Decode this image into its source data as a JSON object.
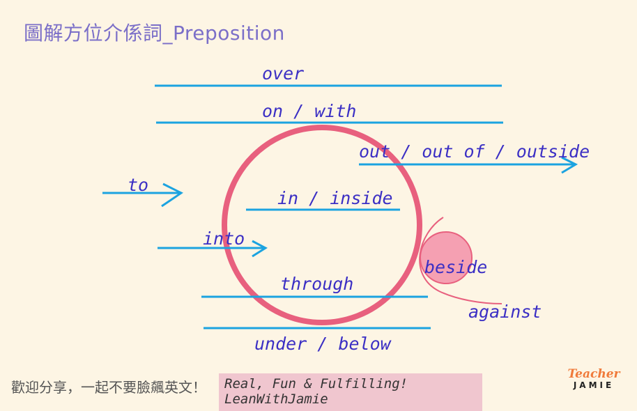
{
  "title": "圖解方位介係詞_Preposition",
  "labels": {
    "over": "over",
    "on_with": "on / with",
    "out": "out / out of / outside",
    "to": "to",
    "in": "in / inside",
    "into": "into",
    "beside": "beside",
    "through": "through",
    "against": "against",
    "under": "under / below"
  },
  "footer": {
    "text": "歡迎分享，一起不要臉飆英文！",
    "slogan": "Real, Fun & Fulfilling! LeanWithJamie"
  },
  "logo": {
    "top": "Teacher",
    "bottom": "JAMIE"
  },
  "colors": {
    "line": "#1ba3e0",
    "circle": "#e8607e",
    "small_circle_fill": "#f5a0b2",
    "label": "#3b2fc4",
    "background": "#fdf5e4"
  }
}
